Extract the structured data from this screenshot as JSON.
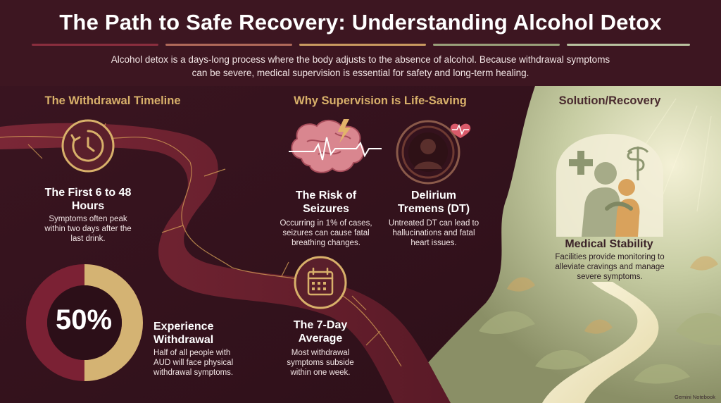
{
  "title": "The Path to Safe Recovery: Understanding Alcohol Detox",
  "intro": "Alcohol detox is a days-long process where the body adjusts to the absence of alcohol. Because withdrawal symptoms can be severe, medical supervision is essential for safety and long-term healing.",
  "sections": {
    "timeline": "The Withdrawal Timeline",
    "supervision": "Why Supervision is Life-Saving",
    "recovery": "Solution/Recovery"
  },
  "first48": {
    "heading": "The First 6 to 48 Hours",
    "body": "Symptoms often peak within two days after the last drink."
  },
  "experience": {
    "stat": "50%",
    "fraction": 0.5,
    "heading": "Experience Withdrawal",
    "body": "Half of all people with AUD will face physical withdrawal symptoms."
  },
  "seizures": {
    "heading": "The Risk of Seizures",
    "body": "Occurring in 1% of cases, seizures can cause fatal breathing changes."
  },
  "dt": {
    "heading": "Delirium Tremens (DT)",
    "body": "Untreated DT can lead to hallucinations and fatal heart issues."
  },
  "sevenDay": {
    "heading": "The 7-Day Average",
    "body": "Most withdrawal symptoms subside within one week."
  },
  "stability": {
    "heading": "Medical Stability",
    "body": "Facilities provide monitoring to alleviate cravings and manage severe symptoms."
  },
  "footer": "Gemini Notebook",
  "colors": {
    "background": "#3a1420",
    "accent_gold": "#d8b06a",
    "ring_maroon": "#7b2134",
    "ring_gold": "#d4b373",
    "recovery_green": "#c9d1a8"
  }
}
